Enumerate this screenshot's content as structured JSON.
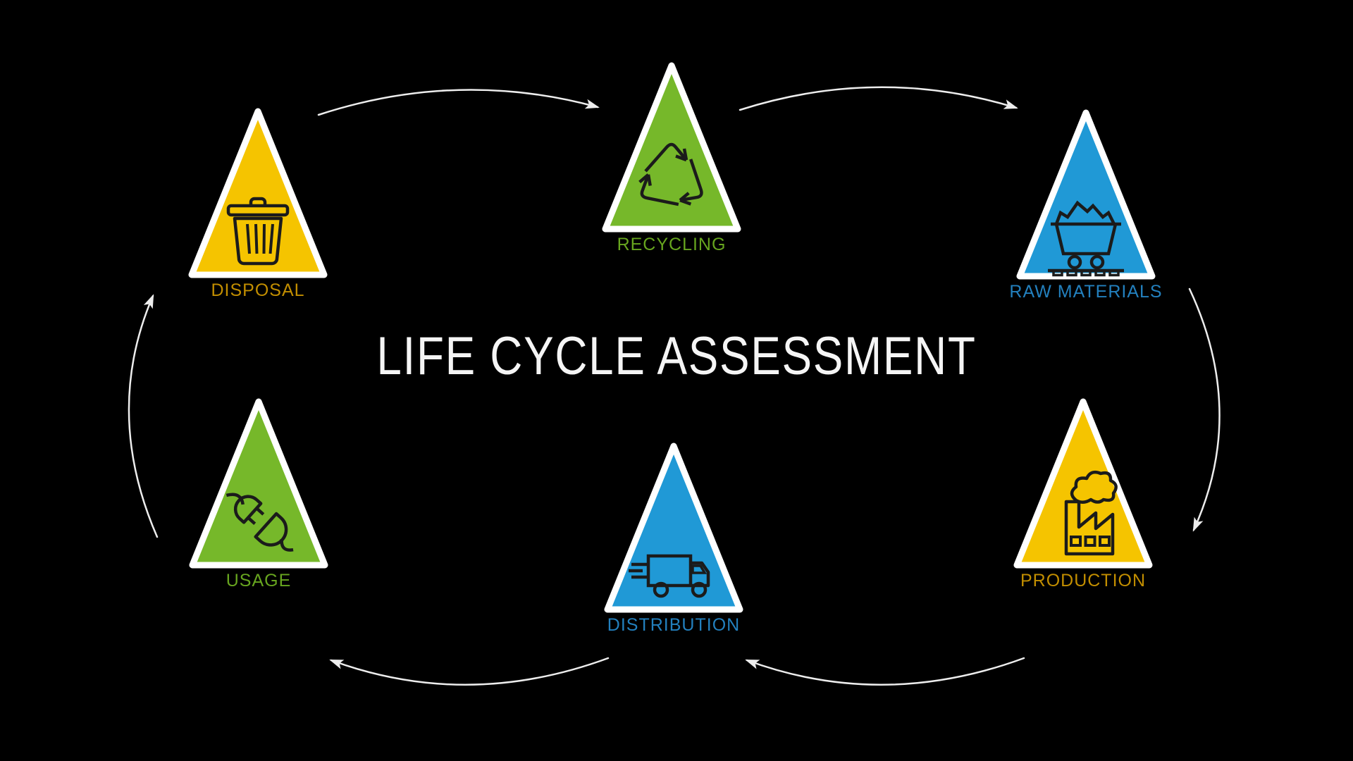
{
  "title": "LIFE CYCLE ASSESSMENT",
  "colors": {
    "background": "#000000",
    "arrow": "#EDEDED",
    "triangle_border": "#FFFFFF",
    "icon_stroke": "#1B1B1B",
    "yellow": "#F5C400",
    "green": "#76B82A",
    "blue": "#2099D6"
  },
  "stages": [
    {
      "id": "recycling",
      "label": "RECYCLING",
      "fill": "#76B82A",
      "label_color": "#67A51F",
      "icon": "recycle-icon",
      "position": "top-center"
    },
    {
      "id": "raw-materials",
      "label": "RAW MATERIALS",
      "fill": "#2099D6",
      "label_color": "#2380BE",
      "icon": "mine-cart-icon",
      "position": "top-right"
    },
    {
      "id": "production",
      "label": "PRODUCTION",
      "fill": "#F5C400",
      "label_color": "#C28E00",
      "icon": "factory-icon",
      "position": "bottom-right"
    },
    {
      "id": "distribution",
      "label": "DISTRIBUTION",
      "fill": "#2099D6",
      "label_color": "#2380BE",
      "icon": "delivery-truck-icon",
      "position": "bottom-center"
    },
    {
      "id": "usage",
      "label": "USAGE",
      "fill": "#76B82A",
      "label_color": "#67A51F",
      "icon": "power-plug-icon",
      "position": "bottom-left"
    },
    {
      "id": "disposal",
      "label": "DISPOSAL",
      "fill": "#F5C400",
      "label_color": "#C28E00",
      "icon": "trash-can-icon",
      "position": "top-left"
    }
  ],
  "cycle_arrows": [
    {
      "from": "disposal",
      "to": "recycling"
    },
    {
      "from": "recycling",
      "to": "raw-materials"
    },
    {
      "from": "raw-materials",
      "to": "production"
    },
    {
      "from": "production",
      "to": "distribution"
    },
    {
      "from": "distribution",
      "to": "usage"
    },
    {
      "from": "usage",
      "to": "disposal"
    }
  ]
}
